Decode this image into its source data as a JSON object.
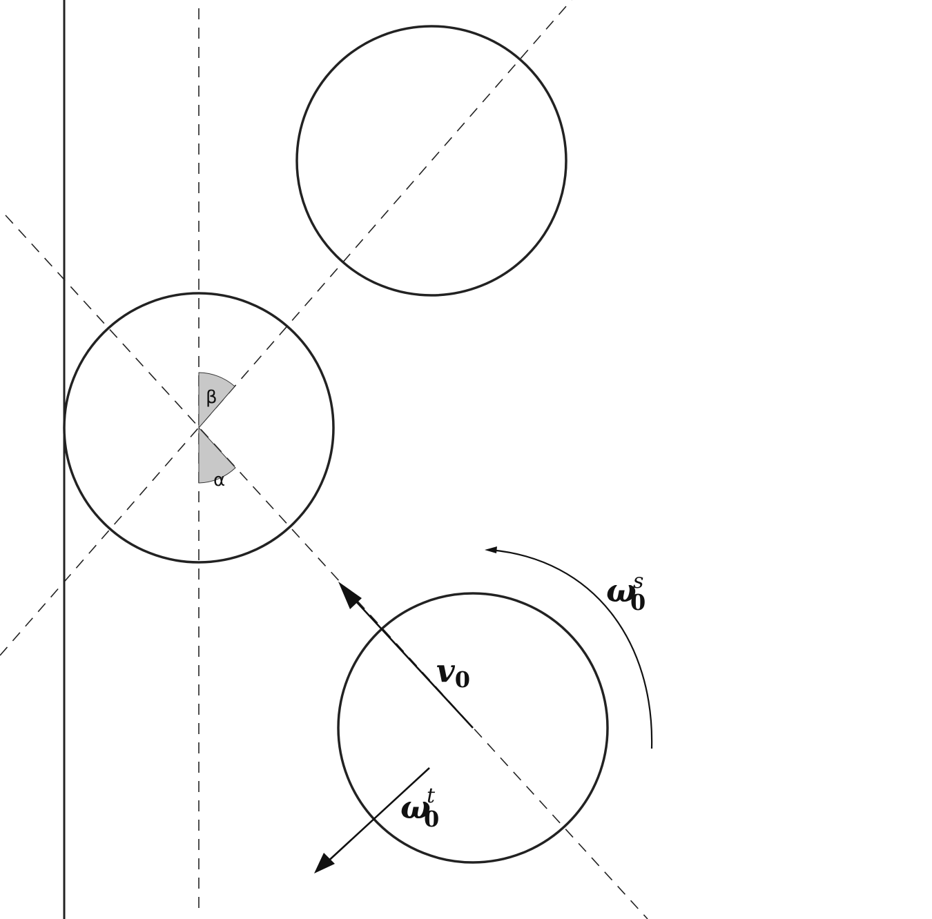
{
  "labels": {
    "alpha": "α",
    "beta": "β",
    "v0": {
      "base": "v",
      "sub": "0"
    },
    "omega_s": {
      "base": "ω",
      "sub": "0",
      "sup": "s"
    },
    "omega_t": {
      "base": "ω",
      "sub": "0",
      "sup": "t"
    }
  },
  "colors": {
    "line": "#222222",
    "wedge_fill": "#c8c8c8",
    "background": "#ffffff"
  }
}
